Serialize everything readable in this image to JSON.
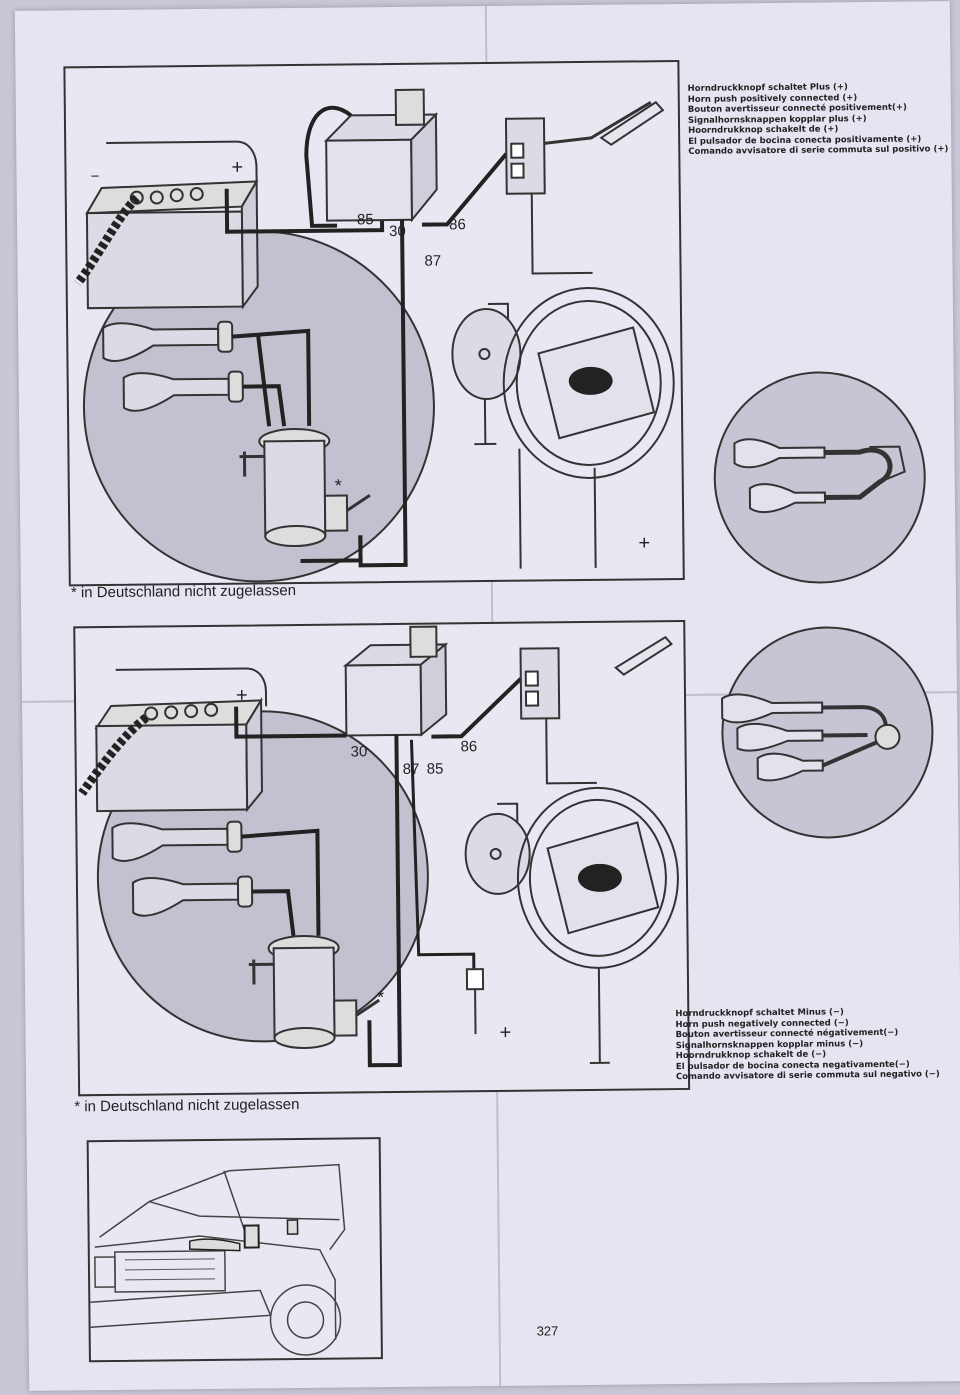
{
  "legend_plus": {
    "lines": [
      "Horndruckknopf schaltet Plus (+)",
      "Horn push positively connected (+)",
      "Bouton avertisseur connecté positivement(+)",
      "Signalhornsknappen kopplar plus (+)",
      "Hoorndrukknop schakelt de (+)",
      "El pulsador de bocina conecta positivamente (+)",
      "Comando avvisatore di serie commuta sul positivo (+)"
    ]
  },
  "legend_minus": {
    "lines": [
      "Horndruckknopf schaltet Minus (−)",
      "Horn push negatively connected (−)",
      "Bouton avertisseur connecté négativement(−)",
      "Signalhornsknappen kopplar minus (−)",
      "Hoorndrukknop schakelt de (−)",
      "El pulsador de bocina conecta negativamente(−)",
      "Comando avvisatore di serie commuta sul negativo (−)"
    ]
  },
  "diagram1": {
    "pins": {
      "p85": "85",
      "p30": "30",
      "p86": "86",
      "p87": "87"
    },
    "battery_plus": "+",
    "battery_minus": "−",
    "ground_plus": "+",
    "asterisk": "*",
    "note": "* in Deutschland nicht zugelassen"
  },
  "diagram2": {
    "pins": {
      "p30": "30",
      "p87": "87",
      "p85": "85",
      "p86": "86"
    },
    "battery_plus": "+",
    "fuse_plus": "+",
    "asterisk": "*",
    "note": "* in Deutschland nicht zugelassen"
  },
  "page_number": "327"
}
